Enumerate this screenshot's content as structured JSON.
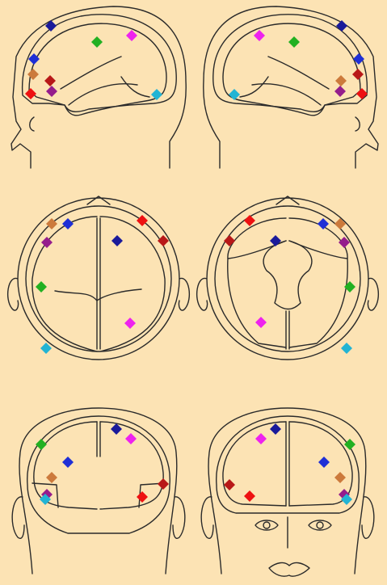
{
  "colors": {
    "background": "#fce3b4",
    "outline": "#2a2a2a",
    "electrodes": {
      "blue": "#1f2fd6",
      "navy": "#1a1a9a",
      "green": "#22b022",
      "magenta": "#ee22ee",
      "cyan": "#22b4d4",
      "orange": "#cc7a3c",
      "red": "#ee1111",
      "darkred": "#b81818",
      "purple": "#951d8c"
    }
  },
  "views": [
    {
      "id": "left-lateral",
      "electrodes": [
        "navy",
        "green",
        "magenta",
        "blue",
        "orange",
        "darkred",
        "red",
        "purple",
        "cyan"
      ]
    },
    {
      "id": "right-lateral",
      "electrodes": [
        "magenta",
        "green",
        "navy",
        "blue",
        "orange",
        "darkred",
        "purple",
        "red",
        "cyan"
      ]
    },
    {
      "id": "superior",
      "electrodes": [
        "orange",
        "blue",
        "red",
        "navy",
        "purple",
        "darkred",
        "green",
        "magenta",
        "cyan"
      ]
    },
    {
      "id": "inferior",
      "electrodes": [
        "red",
        "blue",
        "orange",
        "darkred",
        "navy",
        "purple",
        "green",
        "magenta",
        "cyan"
      ]
    },
    {
      "id": "posterior",
      "electrodes": [
        "navy",
        "magenta",
        "green",
        "blue",
        "orange",
        "purple",
        "cyan",
        "darkred",
        "red"
      ]
    },
    {
      "id": "anterior",
      "electrodes": [
        "magenta",
        "navy",
        "green",
        "blue",
        "orange",
        "darkred",
        "red",
        "purple",
        "cyan"
      ]
    }
  ]
}
